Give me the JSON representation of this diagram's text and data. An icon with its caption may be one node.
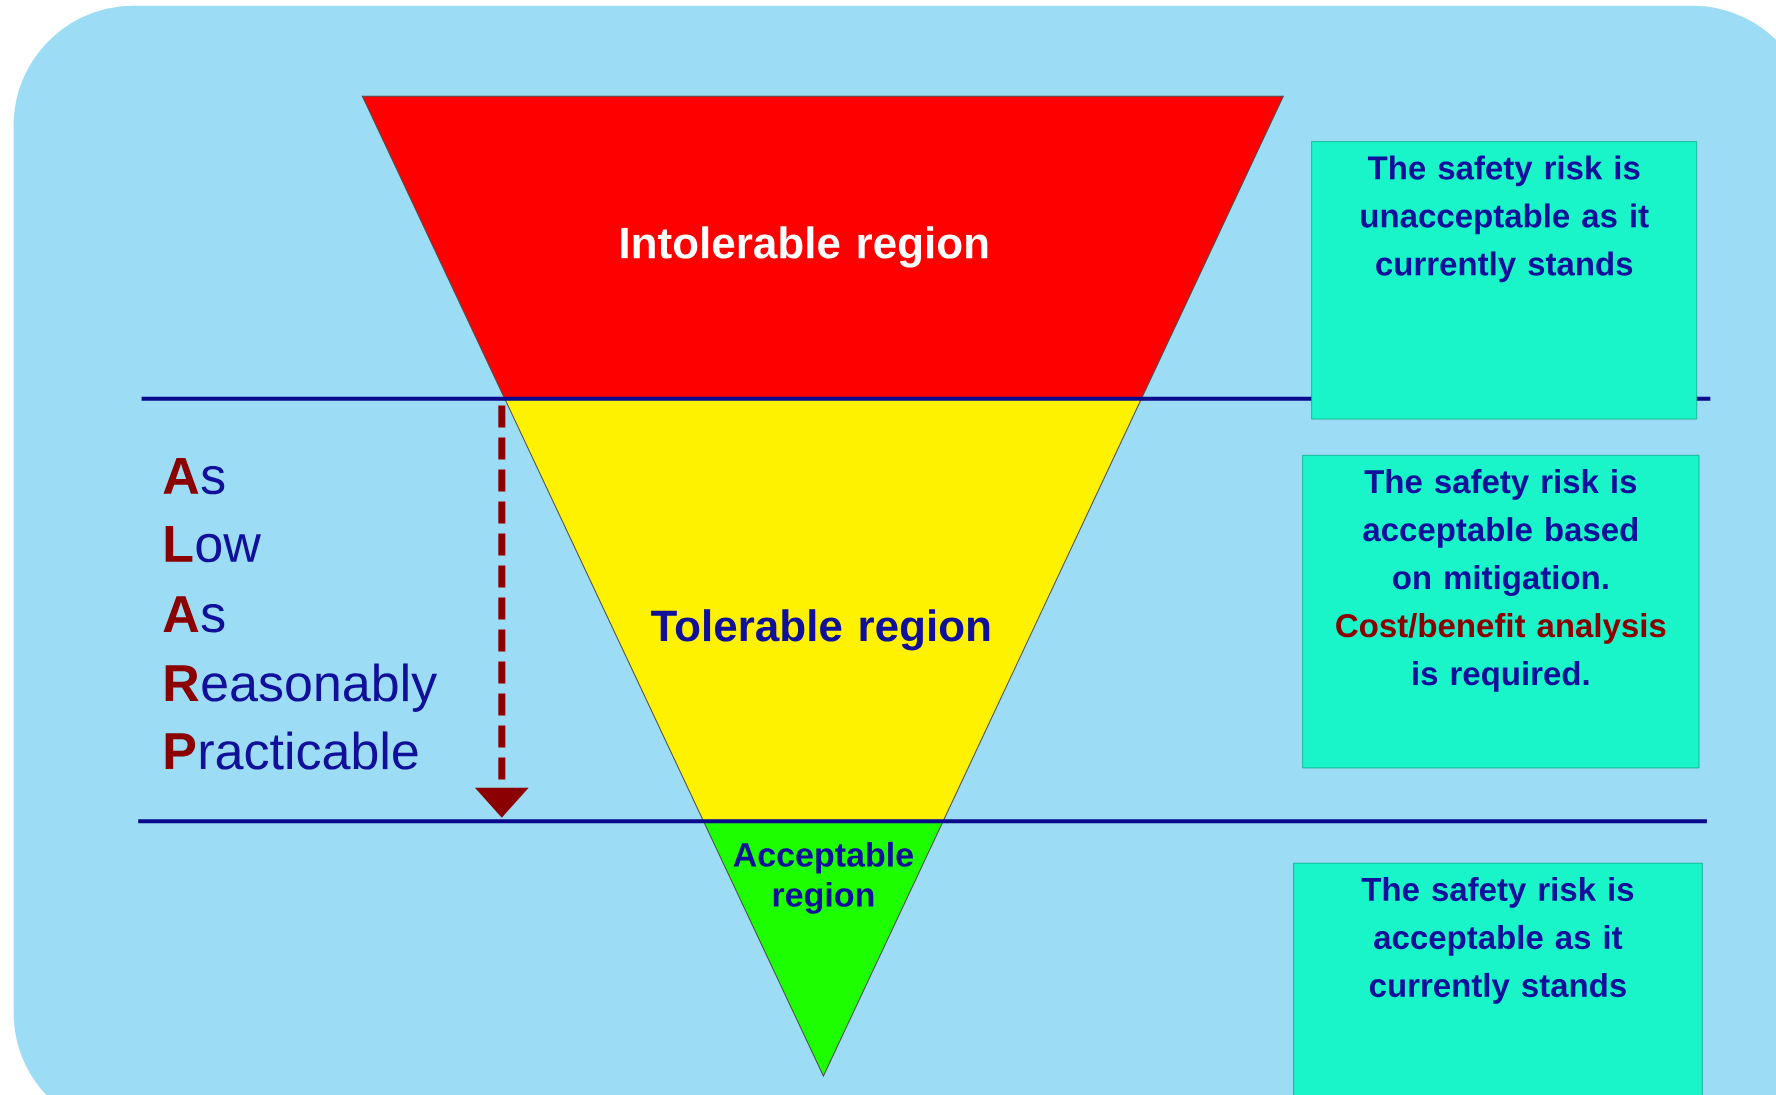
{
  "diagram": {
    "nodes": [
      {
        "text": [
          "Intolerable region"
        ]
      },
      {
        "text": [
          "Tolerable region"
        ]
      },
      {
        "text": [
          "Acceptable region"
        ]
      },
      {
        "text": [
          "The safety risk is unacceptable as it currently stands"
        ]
      },
      {
        "text": [
          "The safety risk is acceptable based on mitigation.",
          "Cost/benefit analysis",
          "is required."
        ]
      },
      {
        "text": [
          "The safety risk is acceptable as it currently stands"
        ]
      }
    ],
    "labels": [
      "A",
      "s",
      "L",
      "ow",
      "A",
      "s",
      "R",
      "easonably",
      "P",
      "racticable"
    ]
  }
}
